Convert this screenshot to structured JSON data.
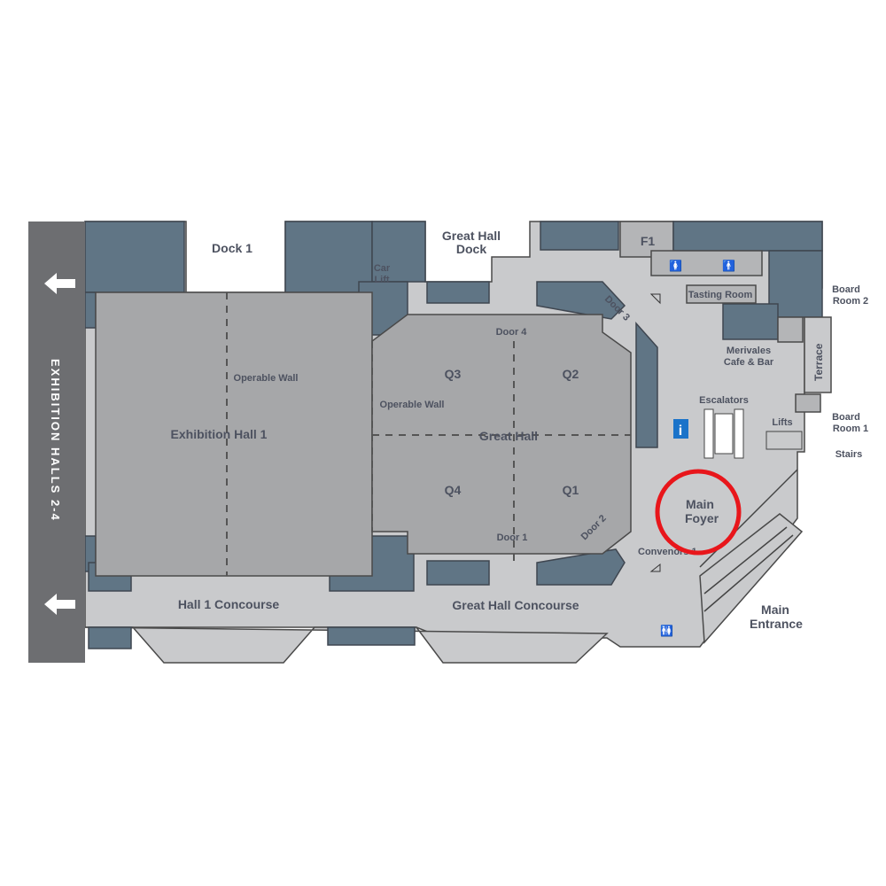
{
  "map": {
    "sidebar_label": "EXHIBITION HALLS 2-4",
    "labels": {
      "dock1": "Dock 1",
      "great_hall_dock_1": "Great Hall",
      "great_hall_dock_2": "Dock",
      "car_lift_1": "Car",
      "car_lift_2": "Lift",
      "f1": "F1",
      "tasting_room": "Tasting Room",
      "board_room_2_a": "Board",
      "board_room_2_b": "Room 2",
      "board_room_1_a": "Board",
      "board_room_1_b": "Room 1",
      "terrace": "Terrace",
      "merivales_1": "Merivales",
      "merivales_2": "Cafe & Bar",
      "escalators": "Escalators",
      "lifts": "Lifts",
      "stairs": "Stairs",
      "operable_wall_1": "Operable Wall",
      "operable_wall_2": "Operable Wall",
      "exhibition_hall_1": "Exhibition Hall 1",
      "great_hall": "Great Hall",
      "door1": "Door 1",
      "door2": "Door 2",
      "door3": "Door 3",
      "door4": "Door 4",
      "q1": "Q1",
      "q2": "Q2",
      "q3": "Q3",
      "q4": "Q4",
      "main_foyer_1": "Main",
      "main_foyer_2": "Foyer",
      "convenors": "Convenors 1",
      "hall1_concourse": "Hall 1 Concourse",
      "great_hall_concourse": "Great Hall Concourse",
      "main_entrance_1": "Main",
      "main_entrance_2": "Entrance",
      "info": "i"
    },
    "highlight_color": "#e8161b",
    "info_color": "#1a73c9"
  }
}
